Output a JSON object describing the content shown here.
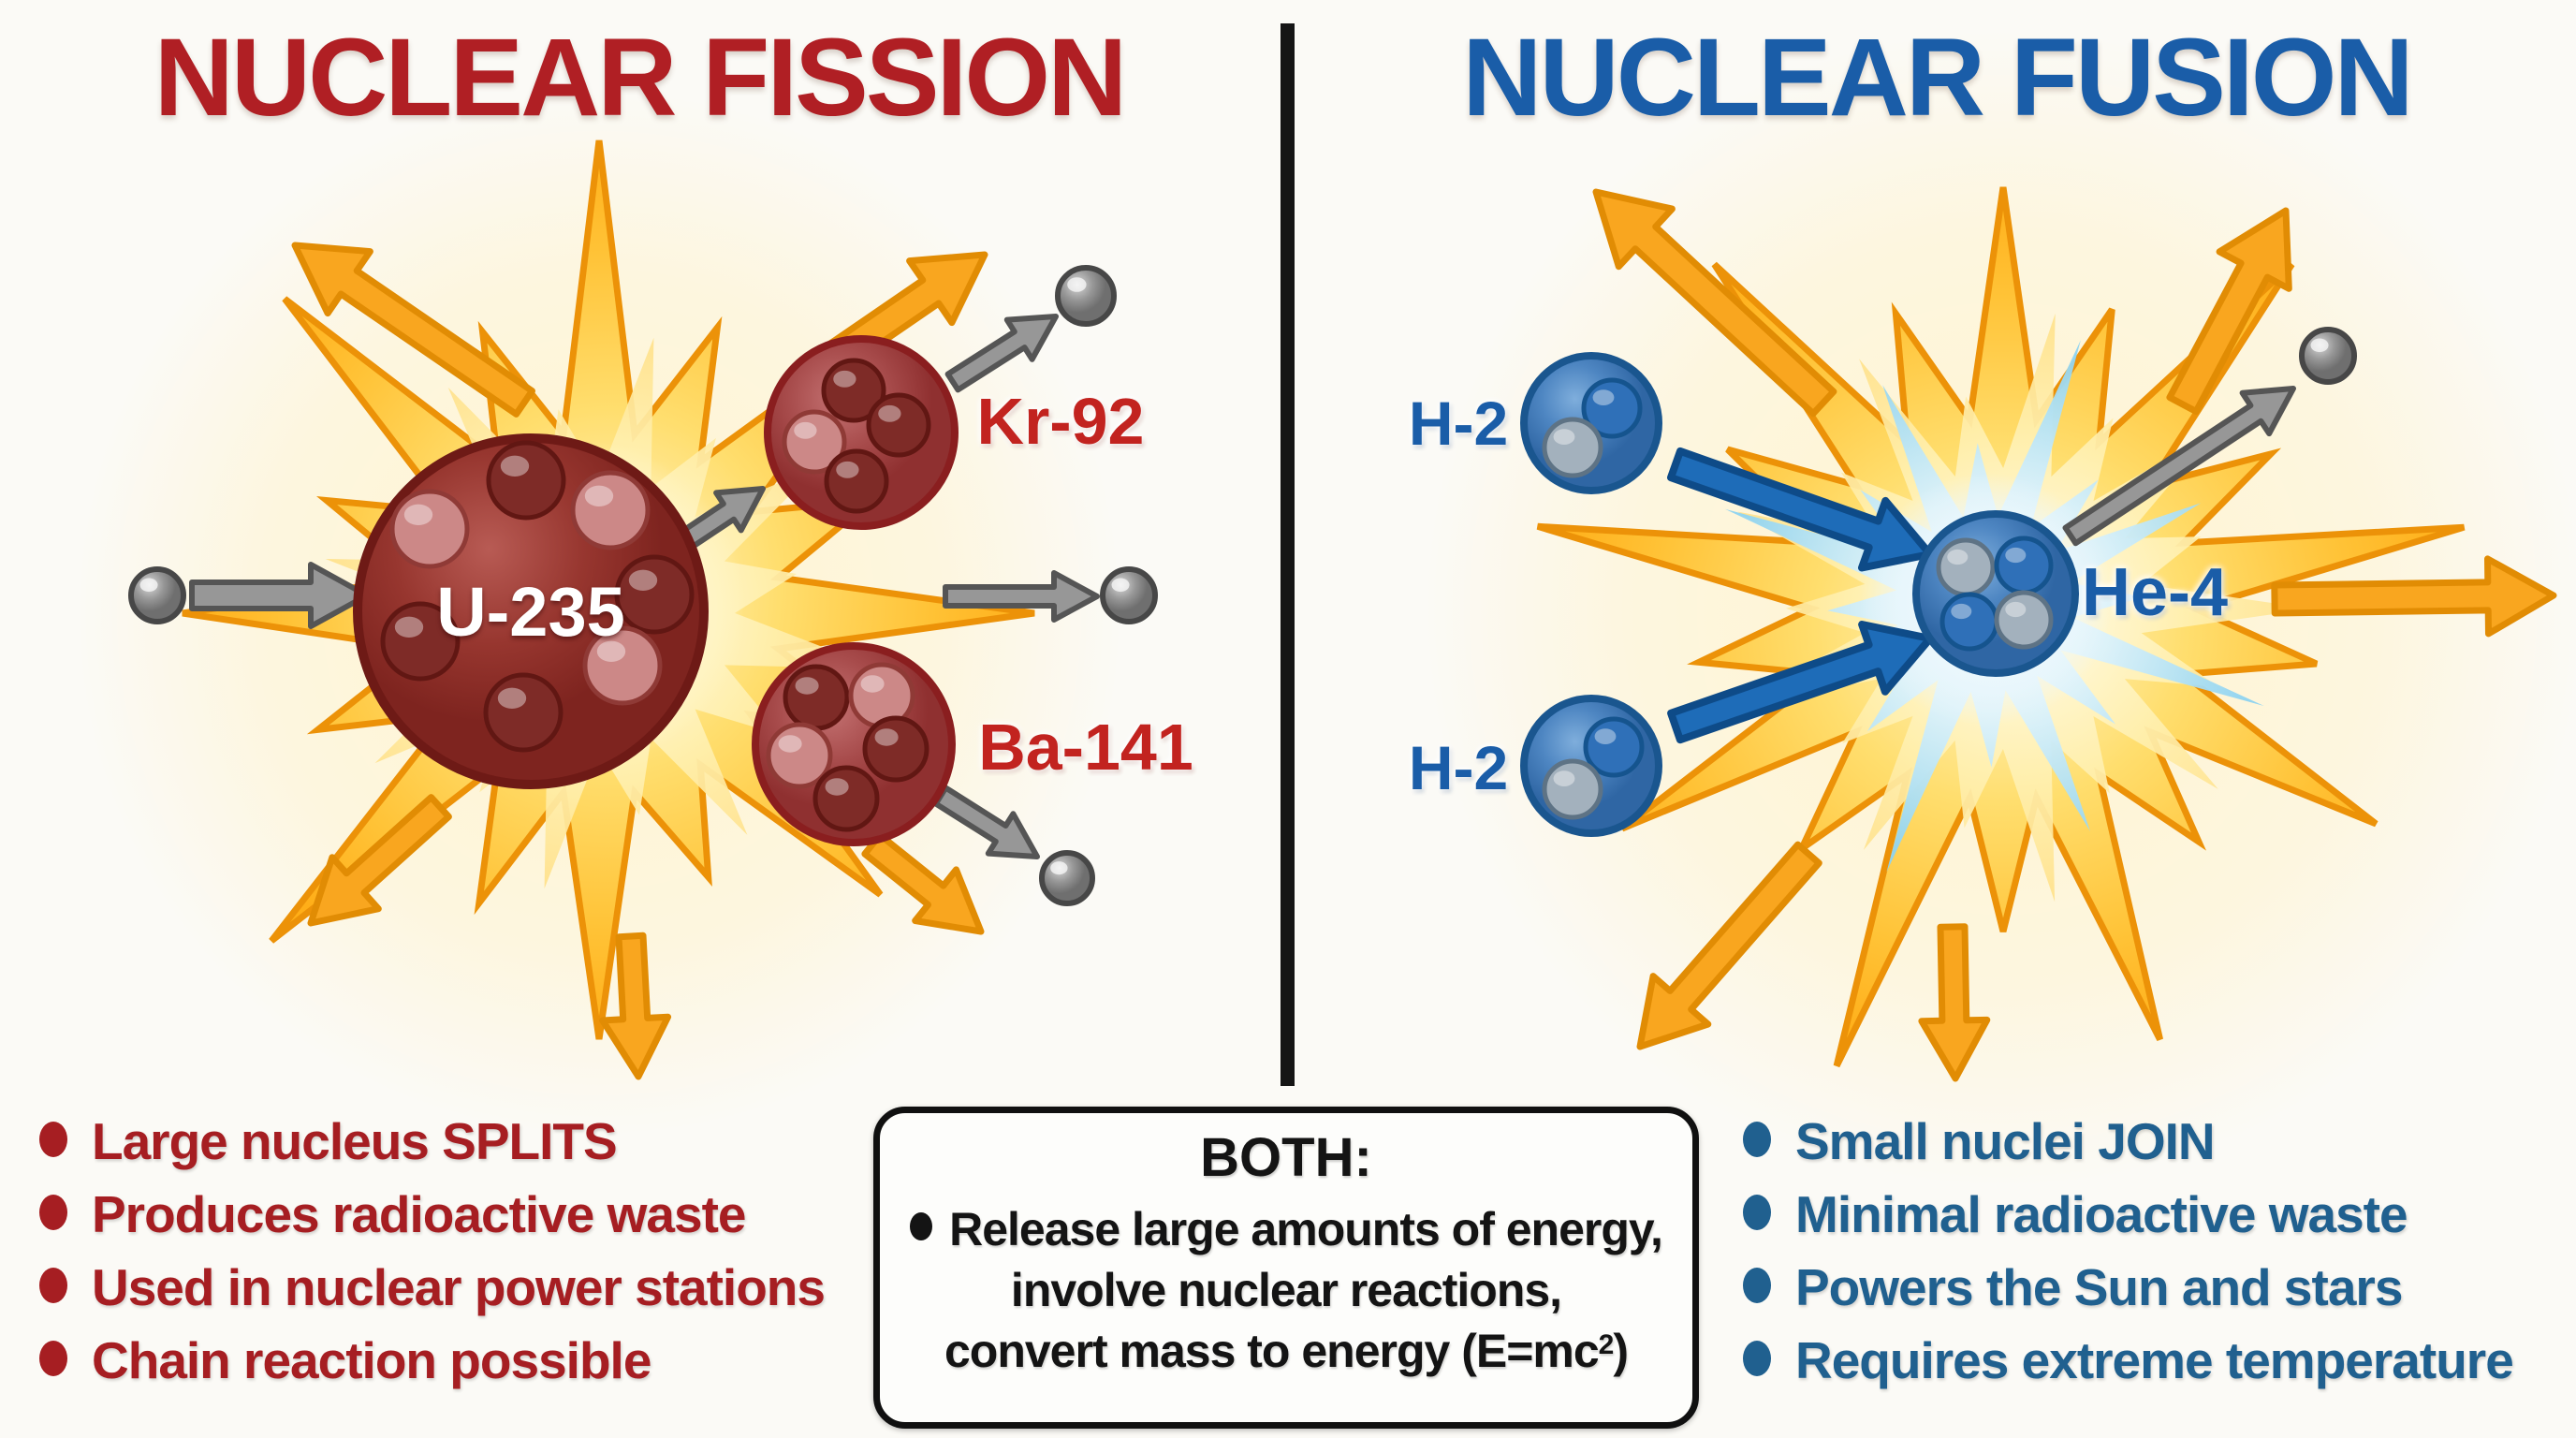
{
  "colors": {
    "background": "#FBFAF6",
    "fission_red": "#B01F24",
    "fission_text_red": "#A61E22",
    "label_red": "#C2231F",
    "fusion_blue": "#1A5DA8",
    "fusion_text_blue": "#20608F",
    "ink_black": "#141414",
    "burst_orange": "#F3A11B",
    "burst_yellow": "#FFD95E",
    "fusion_core_blue": "#8ED3F0",
    "neutron_gray": "#979797",
    "uranium_red": "#97362F",
    "fragment_red": "#A74B4B",
    "hydrogen_blue": "#4E86C2"
  },
  "fission": {
    "title": "NUCLEAR FISSION",
    "nucleus_label": "U-235",
    "fragments": {
      "top": "Kr-92",
      "bottom": "Ba-141"
    },
    "bullets": [
      "Large nucleus SPLITS",
      "Produces radioactive waste",
      "Used in nuclear power stations",
      "Chain reaction possible"
    ]
  },
  "fusion": {
    "title": "NUCLEAR FUSION",
    "reactants": {
      "top": "H-2",
      "bottom": "H-2"
    },
    "product_label": "He-4",
    "bullets": [
      "Small nuclei JOIN",
      "Minimal radioactive waste",
      "Powers the Sun and stars",
      "Requires extreme temperature"
    ]
  },
  "both_box": {
    "heading": "BOTH:",
    "line1": "Release large amounts of energy,",
    "line2": "involve nuclear reactions,",
    "line3_pre": "convert mass to energy (E=mc",
    "line3_sup": "2",
    "line3_post": ")"
  }
}
